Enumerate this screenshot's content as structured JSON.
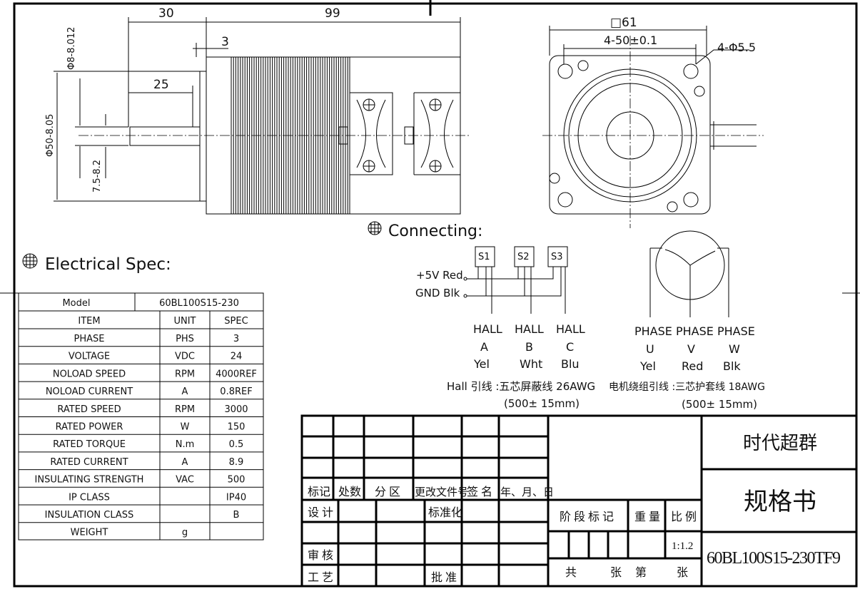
{
  "dimensions": {
    "d30": "30",
    "d99": "99",
    "d3": "3",
    "d25": "25",
    "phi8": "Φ8-8.012",
    "phi50": "Φ50-8.05",
    "d75": "7.5-8.2",
    "sq61": "□61",
    "holes_pitch": "4-50±0.1",
    "holes_dia": "4-Φ5.5"
  },
  "sections": {
    "connecting": "Connecting:",
    "electrical": "Electrical Spec:"
  },
  "spec_table": {
    "model_label": "Model",
    "model_value": "60BL100S15-230",
    "headers": [
      "ITEM",
      "UNIT",
      "SPEC"
    ],
    "rows": [
      [
        "PHASE",
        "PHS",
        "3"
      ],
      [
        "VOLTAGE",
        "VDC",
        "24"
      ],
      [
        "NOLOAD SPEED",
        "RPM",
        "4000REF"
      ],
      [
        "NOLOAD CURRENT",
        "A",
        "0.8REF"
      ],
      [
        "RATED SPEED",
        "RPM",
        "3000"
      ],
      [
        "RATED POWER",
        "W",
        "150"
      ],
      [
        "RATED TORQUE",
        "N.m",
        "0.5"
      ],
      [
        "RATED CURRENT",
        "A",
        "8.9"
      ],
      [
        "INSULATING STRENGTH",
        "VAC",
        "500"
      ],
      [
        "IP CLASS",
        "",
        "IP40"
      ],
      [
        "INSULATION CLASS",
        "",
        "B"
      ],
      [
        "WEIGHT",
        "g",
        ""
      ]
    ]
  },
  "hall": {
    "sensors": [
      "S1",
      "S2",
      "S3"
    ],
    "v5": "+5V Red",
    "gnd": "GND Blk",
    "outputs": [
      [
        "HALL",
        "A",
        "Yel"
      ],
      [
        "HALL",
        "B",
        "Wht"
      ],
      [
        "HALL",
        "C",
        "Blu"
      ]
    ],
    "cable": "Hall 引线 :五芯屏蔽线 26AWG",
    "length": "(500± 15mm)"
  },
  "phase": {
    "outputs": [
      [
        "PHASE",
        "U",
        "Yel"
      ],
      [
        "PHASE",
        "V",
        "Red"
      ],
      [
        "PHASE",
        "W",
        "Blk"
      ]
    ],
    "cable": "电机绕组引线 :三芯护套线 18AWG",
    "length": "(500± 15mm)"
  },
  "title_block": {
    "company": "时代超群",
    "doc_type": "规格书",
    "part_no": "60BL100S15-230TF9",
    "rev_headers": [
      "标记",
      "处数",
      "分 区",
      "更改文件号",
      "签 名",
      "年、月、日"
    ],
    "design": "设 计",
    "standard": "标准化",
    "review": "审 核",
    "process": "工 艺",
    "approve": "批 准",
    "stage": "阶 段 标 记",
    "weight": "重 量",
    "scale_label": "比 例",
    "scale": "1:1.2",
    "total": "共",
    "sheets": "张",
    "no": "第",
    "sheet2": "张"
  }
}
